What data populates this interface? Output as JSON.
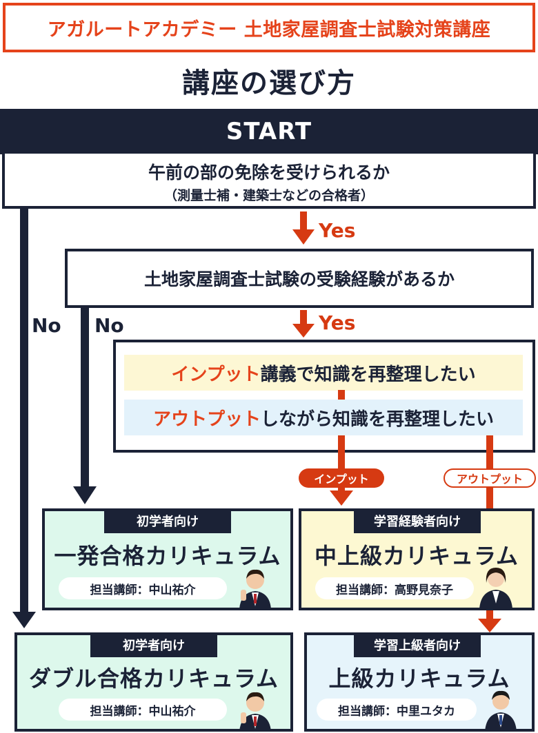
{
  "header": {
    "banner": "アガルートアカデミー 土地家屋調査士試験対策講座",
    "title": "講座の選び方"
  },
  "flow": {
    "start": "START",
    "q1_line1": "午前の部の免除を受けられるか",
    "q1_line2": "（測量士補・建築士などの合格者）",
    "q2": "土地家屋調査士試験の受験経験があるか",
    "q3_opt1_highlight": "インプット",
    "q3_opt1_rest": "講義で知識を再整理したい",
    "q3_opt2_highlight": "アウトプット",
    "q3_opt2_rest": "しながら知識を再整理したい",
    "yes": "Yes",
    "no": "No",
    "pill_input": "インプット",
    "pill_output": "アウトプット"
  },
  "cards": {
    "ippatsu": {
      "tag": "初学者向け",
      "title": "一発合格カリキュラム",
      "teacher": "担当講師：中山祐介"
    },
    "chujokyu": {
      "tag": "学習経験者向け",
      "title": "中上級カリキュラム",
      "teacher": "担当講師：高野見奈子"
    },
    "double": {
      "tag": "初学者向け",
      "title": "ダブル合格カリキュラム",
      "teacher": "担当講師：中山祐介"
    },
    "jokyu": {
      "tag": "学習上級者向け",
      "title": "上級カリキュラム",
      "teacher": "担当講師：中里ユタカ"
    }
  },
  "colors": {
    "navy": "#1b2236",
    "accent": "#e5431b",
    "arrow_orange": "#d63a12",
    "green_card": "#ddf8ec",
    "yellow_card": "#fdf8d2",
    "blue_card": "#e6f4fb"
  }
}
